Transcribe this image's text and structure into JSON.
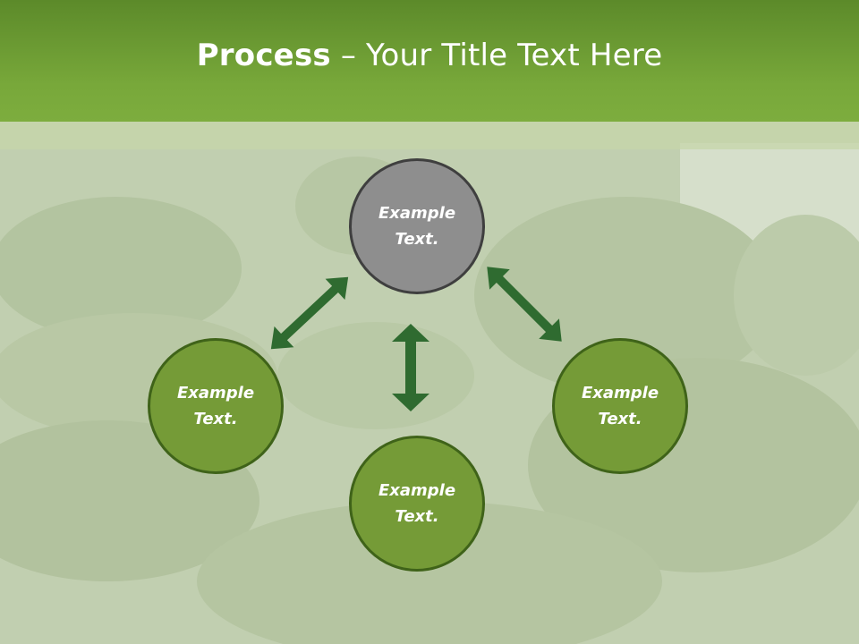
{
  "slide": {
    "title_bold": "Process",
    "title_rest": " – Your Title Text Here"
  },
  "nodes": {
    "top": "Example Text.",
    "left": "Example Text.",
    "right": "Example Text.",
    "bottom": "Example Text."
  },
  "colors": {
    "header": "#78a83a",
    "node_green": "#759b37",
    "node_gray": "#8e8e8e",
    "arrow": "#2f6b30"
  }
}
